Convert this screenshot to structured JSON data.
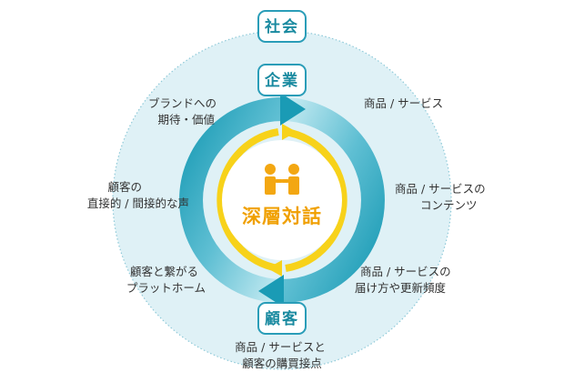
{
  "nodes": {
    "society": "社会",
    "company": "企業",
    "customer": "顧客"
  },
  "center": {
    "label": "深層対話"
  },
  "items": {
    "brand_expectation": [
      "ブランドへの",
      "期待・価値"
    ],
    "customer_voice": [
      "顧客の",
      "直接的 / 間接的な声"
    ],
    "customer_platform": [
      "顧客と繋がる",
      "プラットホーム"
    ],
    "products_services": [
      "商品 / サービス"
    ],
    "product_content": [
      "商品 / サービスの",
      "コンテンツ"
    ],
    "delivery_frequency": [
      "商品 / サービスの",
      "届け方や更新頻度"
    ],
    "purchase_touchpoint": [
      "商品 / サービスと",
      "顧客の購買接点"
    ]
  },
  "colors": {
    "outer_fill": "#dff1f6",
    "outer_border": "#8ec9d8",
    "ring_teal": "#1a9bb5",
    "ring_teal_light": "#9fd6e3",
    "ring_yellow": "#f7d21a",
    "node_border": "#2a9db8",
    "center_text": "#f0a000",
    "people_icon": "#f3a712"
  },
  "icons": {
    "center": "people-talking-icon"
  }
}
